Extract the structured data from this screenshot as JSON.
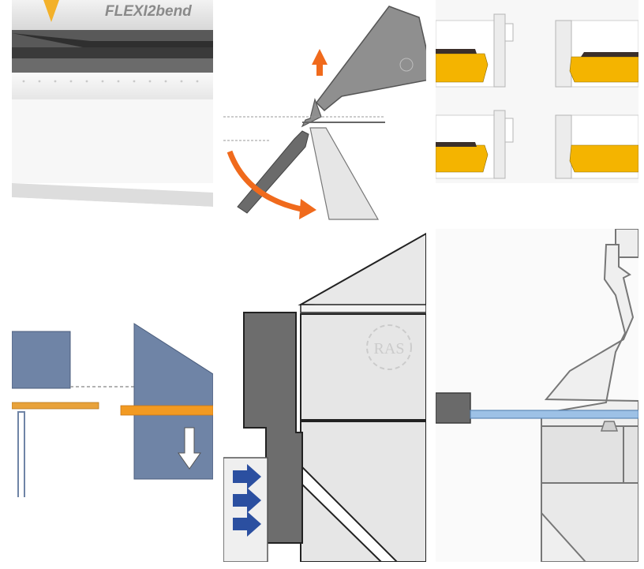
{
  "gallery": {
    "tiles": [
      {
        "subject": "press-brake-machine-photo",
        "brand_text": "FLEXI2bend"
      },
      {
        "subject": "tool-swing-away-diagram"
      },
      {
        "subject": "punch-clamp-positions-grid"
      },
      {
        "subject": "backgauge-sheet-stop-diagram"
      },
      {
        "subject": "hydraulic-clamp-diagram",
        "watermark_text": "RAS"
      },
      {
        "subject": "bending-tool-sheet-diagram"
      }
    ]
  },
  "colors": {
    "arrow_orange": "#f06a1c",
    "clamp_yellow": "#f4b400",
    "steel_blue": "#6f84a6",
    "sheet_orange": "#e8a23a",
    "arrow_blue": "#2b4fa0",
    "tool_gray": "#6d6d6d",
    "sheet_lightblue": "#9dc1e6",
    "panel_gray": "#e3e3e3"
  }
}
